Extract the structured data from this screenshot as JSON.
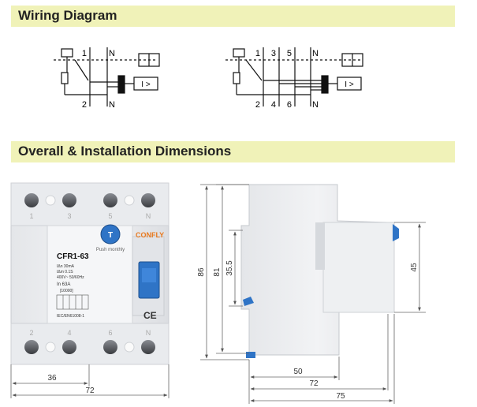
{
  "sections": {
    "wiring_title": "Wiring Diagram",
    "dimensions_title": "Overall & Installation Dimensions"
  },
  "wiring_2pole": {
    "top_labels": [
      "1",
      "N"
    ],
    "bottom_labels": [
      "2",
      "N"
    ],
    "test_symbol": "I >"
  },
  "wiring_4pole": {
    "top_labels": [
      "1",
      "3",
      "5",
      "N"
    ],
    "bottom_labels": [
      "2",
      "4",
      "6",
      "N"
    ],
    "test_symbol": "I >"
  },
  "device": {
    "brand": "CONFLY",
    "model": "CFR1-63",
    "test_button_label": "T",
    "push_label": "Push monthly",
    "spec_rows": [
      "IΔn  30mA",
      "IΔm  0.1S",
      "400V~ 50/60Hz",
      "In  63A",
      "[10000]",
      "IEC/EN61008-1"
    ],
    "ce_mark": "CE",
    "top_terminals": [
      "1",
      "3",
      "5",
      "N"
    ],
    "bottom_terminals": [
      "2",
      "4",
      "6",
      "N"
    ]
  },
  "dimensions": {
    "front_half_width": "36",
    "front_width": "72",
    "height_overall": "86",
    "height_body": "81",
    "rail_height": "35.5",
    "toggle_height": "45",
    "depth_front": "50",
    "depth_72": "72",
    "depth_75": "75"
  },
  "colors": {
    "banner": "#f0f2b8",
    "toggle_blue": "#2f74c6",
    "brand_orange": "#e8791e"
  }
}
